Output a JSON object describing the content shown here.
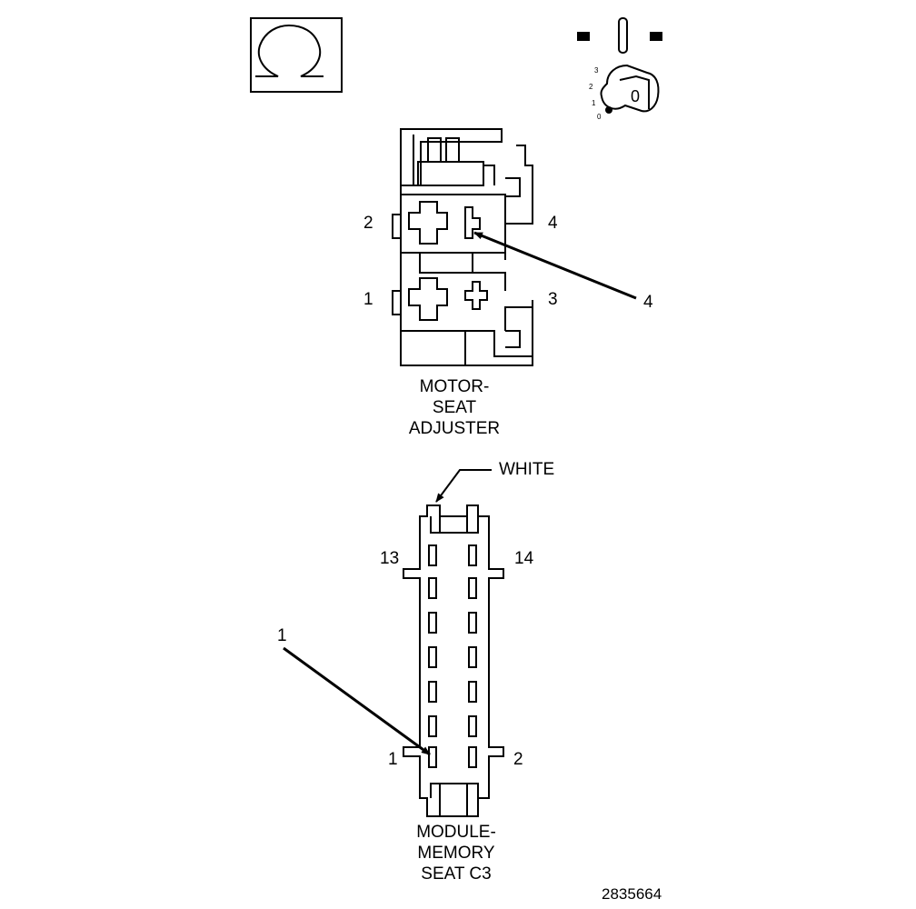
{
  "legend": {
    "ohm_symbol": "ohm-symbol-icon",
    "key_position": "0",
    "key_dial": [
      "3",
      "2",
      "1",
      "0"
    ]
  },
  "motor_seat": {
    "pin_labels": {
      "p2": "2",
      "p4": "4",
      "p1": "1",
      "p3": "3"
    },
    "callout": "4",
    "caption": [
      "MOTOR-",
      "SEAT",
      "ADJUSTER"
    ]
  },
  "memory_module": {
    "color_label": "WHITE",
    "pin_labels": {
      "p13": "13",
      "p14": "14",
      "p1": "1",
      "p2": "2"
    },
    "callout": "1",
    "caption": [
      "MODULE-",
      "MEMORY",
      "SEAT C3"
    ]
  },
  "figure_number": "2835664"
}
